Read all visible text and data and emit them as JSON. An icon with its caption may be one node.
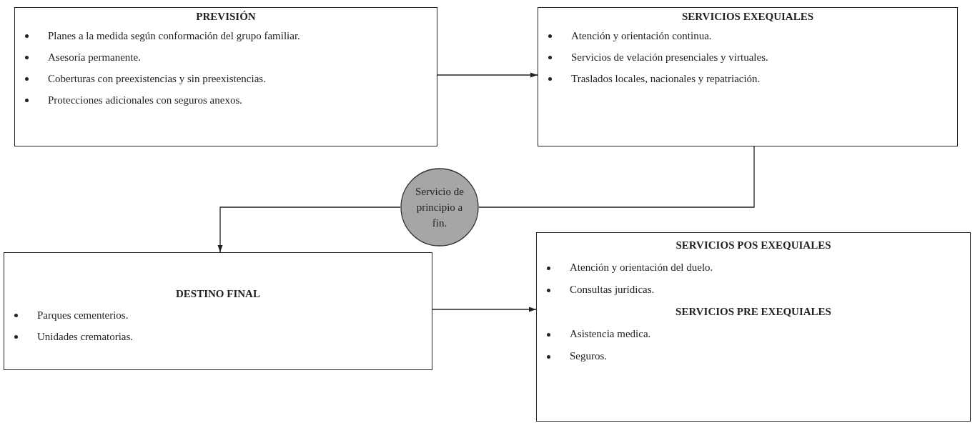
{
  "diagram": {
    "nodes": [
      {
        "text": [
          "PREVISIÓN",
          "Planes a la medida según conformación del grupo familiar.",
          "Asesoría permanente.",
          "Coberturas con preexistencias y sin preexistencias.",
          "Protecciones adicionales con seguros anexos."
        ]
      },
      {
        "text": [
          "SERVICIOS EXEQUIALES",
          "Atención y orientación continua.",
          "Servicios de velación presenciales y virtuales.",
          "Traslados locales, nacionales y repatriación."
        ]
      },
      {
        "text": [
          "Servicio de principio a fin."
        ]
      },
      {
        "text": [
          "DESTINO FINAL",
          "Parques cementerios.",
          "Unidades crematorias."
        ]
      },
      {
        "text": [
          "SERVICIOS POS EXEQUIALES",
          "Atención y orientación del duelo.",
          "Consultas jurídicas.",
          "SERVICIOS PRE EXEQUIALES",
          "Asistencia medica.",
          "Seguros."
        ]
      }
    ],
    "edges": [
      {
        "from": 0,
        "to": 1,
        "arrow": "to"
      },
      {
        "from": 1,
        "to": 2,
        "arrow": "none"
      },
      {
        "from": 2,
        "to": 3,
        "arrow": "to"
      },
      {
        "from": 3,
        "to": 4,
        "arrow": "to"
      }
    ]
  }
}
